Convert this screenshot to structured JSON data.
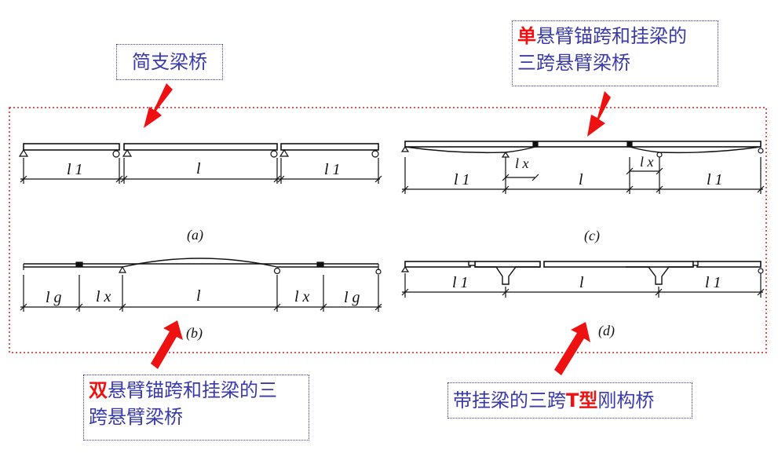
{
  "callouts": {
    "simple": {
      "text": "简支梁桥"
    },
    "single_cantilever": {
      "highlight": "单",
      "line1_rest": "悬臂锚跨和挂梁的",
      "line2": "三跨悬臂梁桥"
    },
    "double_cantilever": {
      "highlight": "双",
      "line1_rest": "悬臂锚跨和挂梁的三",
      "line2": "跨悬臂梁桥"
    },
    "t_frame": {
      "prefix": "带挂梁的三跨",
      "highlight": "T型",
      "suffix": "刚构桥"
    }
  },
  "diagrams": {
    "a": {
      "caption": "(a)",
      "span_labels": [
        "l 1",
        "l",
        "l 1"
      ]
    },
    "b": {
      "caption": "(b)",
      "span_labels": [
        "l g",
        "l x",
        "l",
        "l x",
        "l g"
      ]
    },
    "c": {
      "caption": "(c)",
      "span_labels": [
        "l 1",
        "l x",
        "l",
        "l x",
        "l 1"
      ]
    },
    "d": {
      "caption": "(d)",
      "span_labels": [
        "l 1",
        "l",
        "l 1"
      ]
    }
  },
  "colors": {
    "frame_red": "#d42020",
    "callout_blue": "#3a3aa8",
    "arrow_red": "#ee1111"
  }
}
